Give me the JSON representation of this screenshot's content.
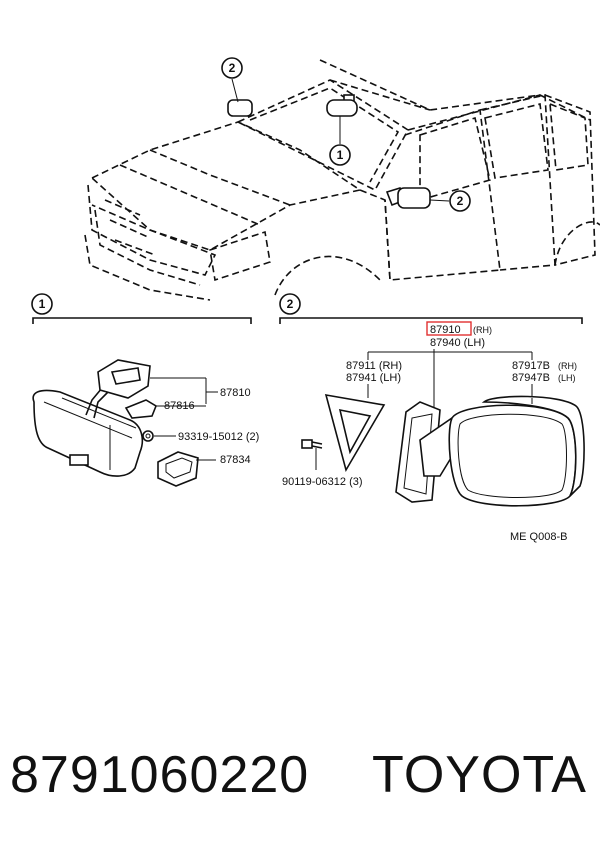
{
  "callouts": {
    "rear_view_mirror": "1",
    "outer_mirror": "2",
    "outer_mirror_top": "2"
  },
  "sections": {
    "inner": {
      "number": "1"
    },
    "outer": {
      "number": "2"
    }
  },
  "inner_parts": {
    "bracket": "87810",
    "stay": "87816",
    "screw": "93319-15012 (2)",
    "cover": "87834"
  },
  "outer_parts": {
    "assembly_rh": "87910",
    "assembly_rh_suffix": "(RH)",
    "assembly_lh": "87940 (LH)",
    "gasket_rh": "87911 (RH)",
    "gasket_lh": "87941 (LH)",
    "cover_rh": "87917B",
    "cover_rh_suffix": "(RH)",
    "cover_lh": "87947B",
    "cover_lh_suffix": "(LH)",
    "screw": "90119-06312 (3)"
  },
  "diagram_code": "ME  Q008-B",
  "footer": {
    "part_number": "8791060220",
    "brand": "TOYOTA"
  },
  "colors": {
    "line": "#111111",
    "highlight": "#e03030"
  }
}
